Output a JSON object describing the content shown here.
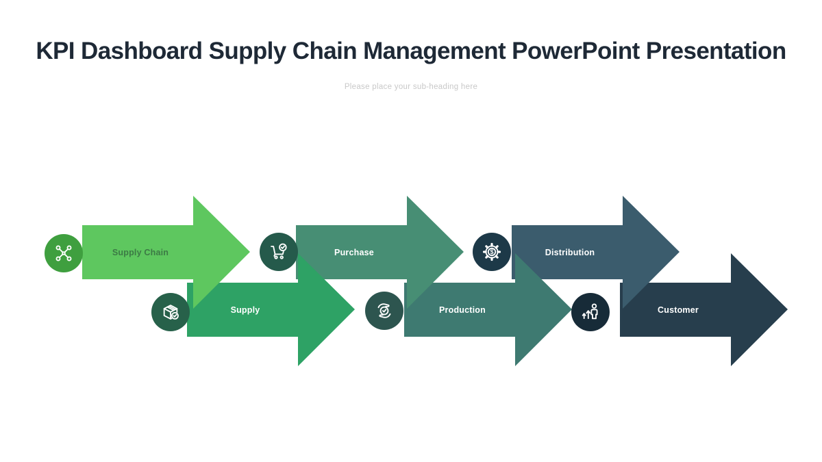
{
  "slide": {
    "title": "KPI Dashboard Supply Chain Management PowerPoint Presentation",
    "subtitle": "Please place your sub-heading here",
    "title_color": "#1e2936",
    "subtitle_color": "#c8c8c8",
    "background_color": "#ffffff"
  },
  "diagram": {
    "type": "staggered-process-arrows",
    "direction": "left-to-right",
    "steps": [
      {
        "label": "Supply Chain",
        "row": "top",
        "icon": "network-icon",
        "arrow_color": "#5ec75f",
        "icon_bg": "#3f9f3f",
        "label_color": "#3c7a45"
      },
      {
        "label": "Supply",
        "row": "bottom",
        "icon": "package-check-icon",
        "arrow_color": "#2ea265",
        "icon_bg": "#27614a",
        "label_color": "#ffffff"
      },
      {
        "label": "Purchase",
        "row": "top",
        "icon": "cart-check-icon",
        "arrow_color": "#478e74",
        "icon_bg": "#255a4b",
        "label_color": "#ffffff"
      },
      {
        "label": "Production",
        "row": "bottom",
        "icon": "hands-check-icon",
        "arrow_color": "#3e7a71",
        "icon_bg": "#2d554f",
        "label_color": "#ffffff"
      },
      {
        "label": "Distribution",
        "row": "top",
        "icon": "gear-dollar-icon",
        "arrow_color": "#3b5c6d",
        "icon_bg": "#1d3948",
        "label_color": "#ffffff"
      },
      {
        "label": "Customer",
        "row": "bottom",
        "icon": "person-growth-icon",
        "arrow_color": "#273e4d",
        "icon_bg": "#172b38",
        "label_color": "#ffffff"
      }
    ],
    "gear_dollar_symbol": "$"
  }
}
